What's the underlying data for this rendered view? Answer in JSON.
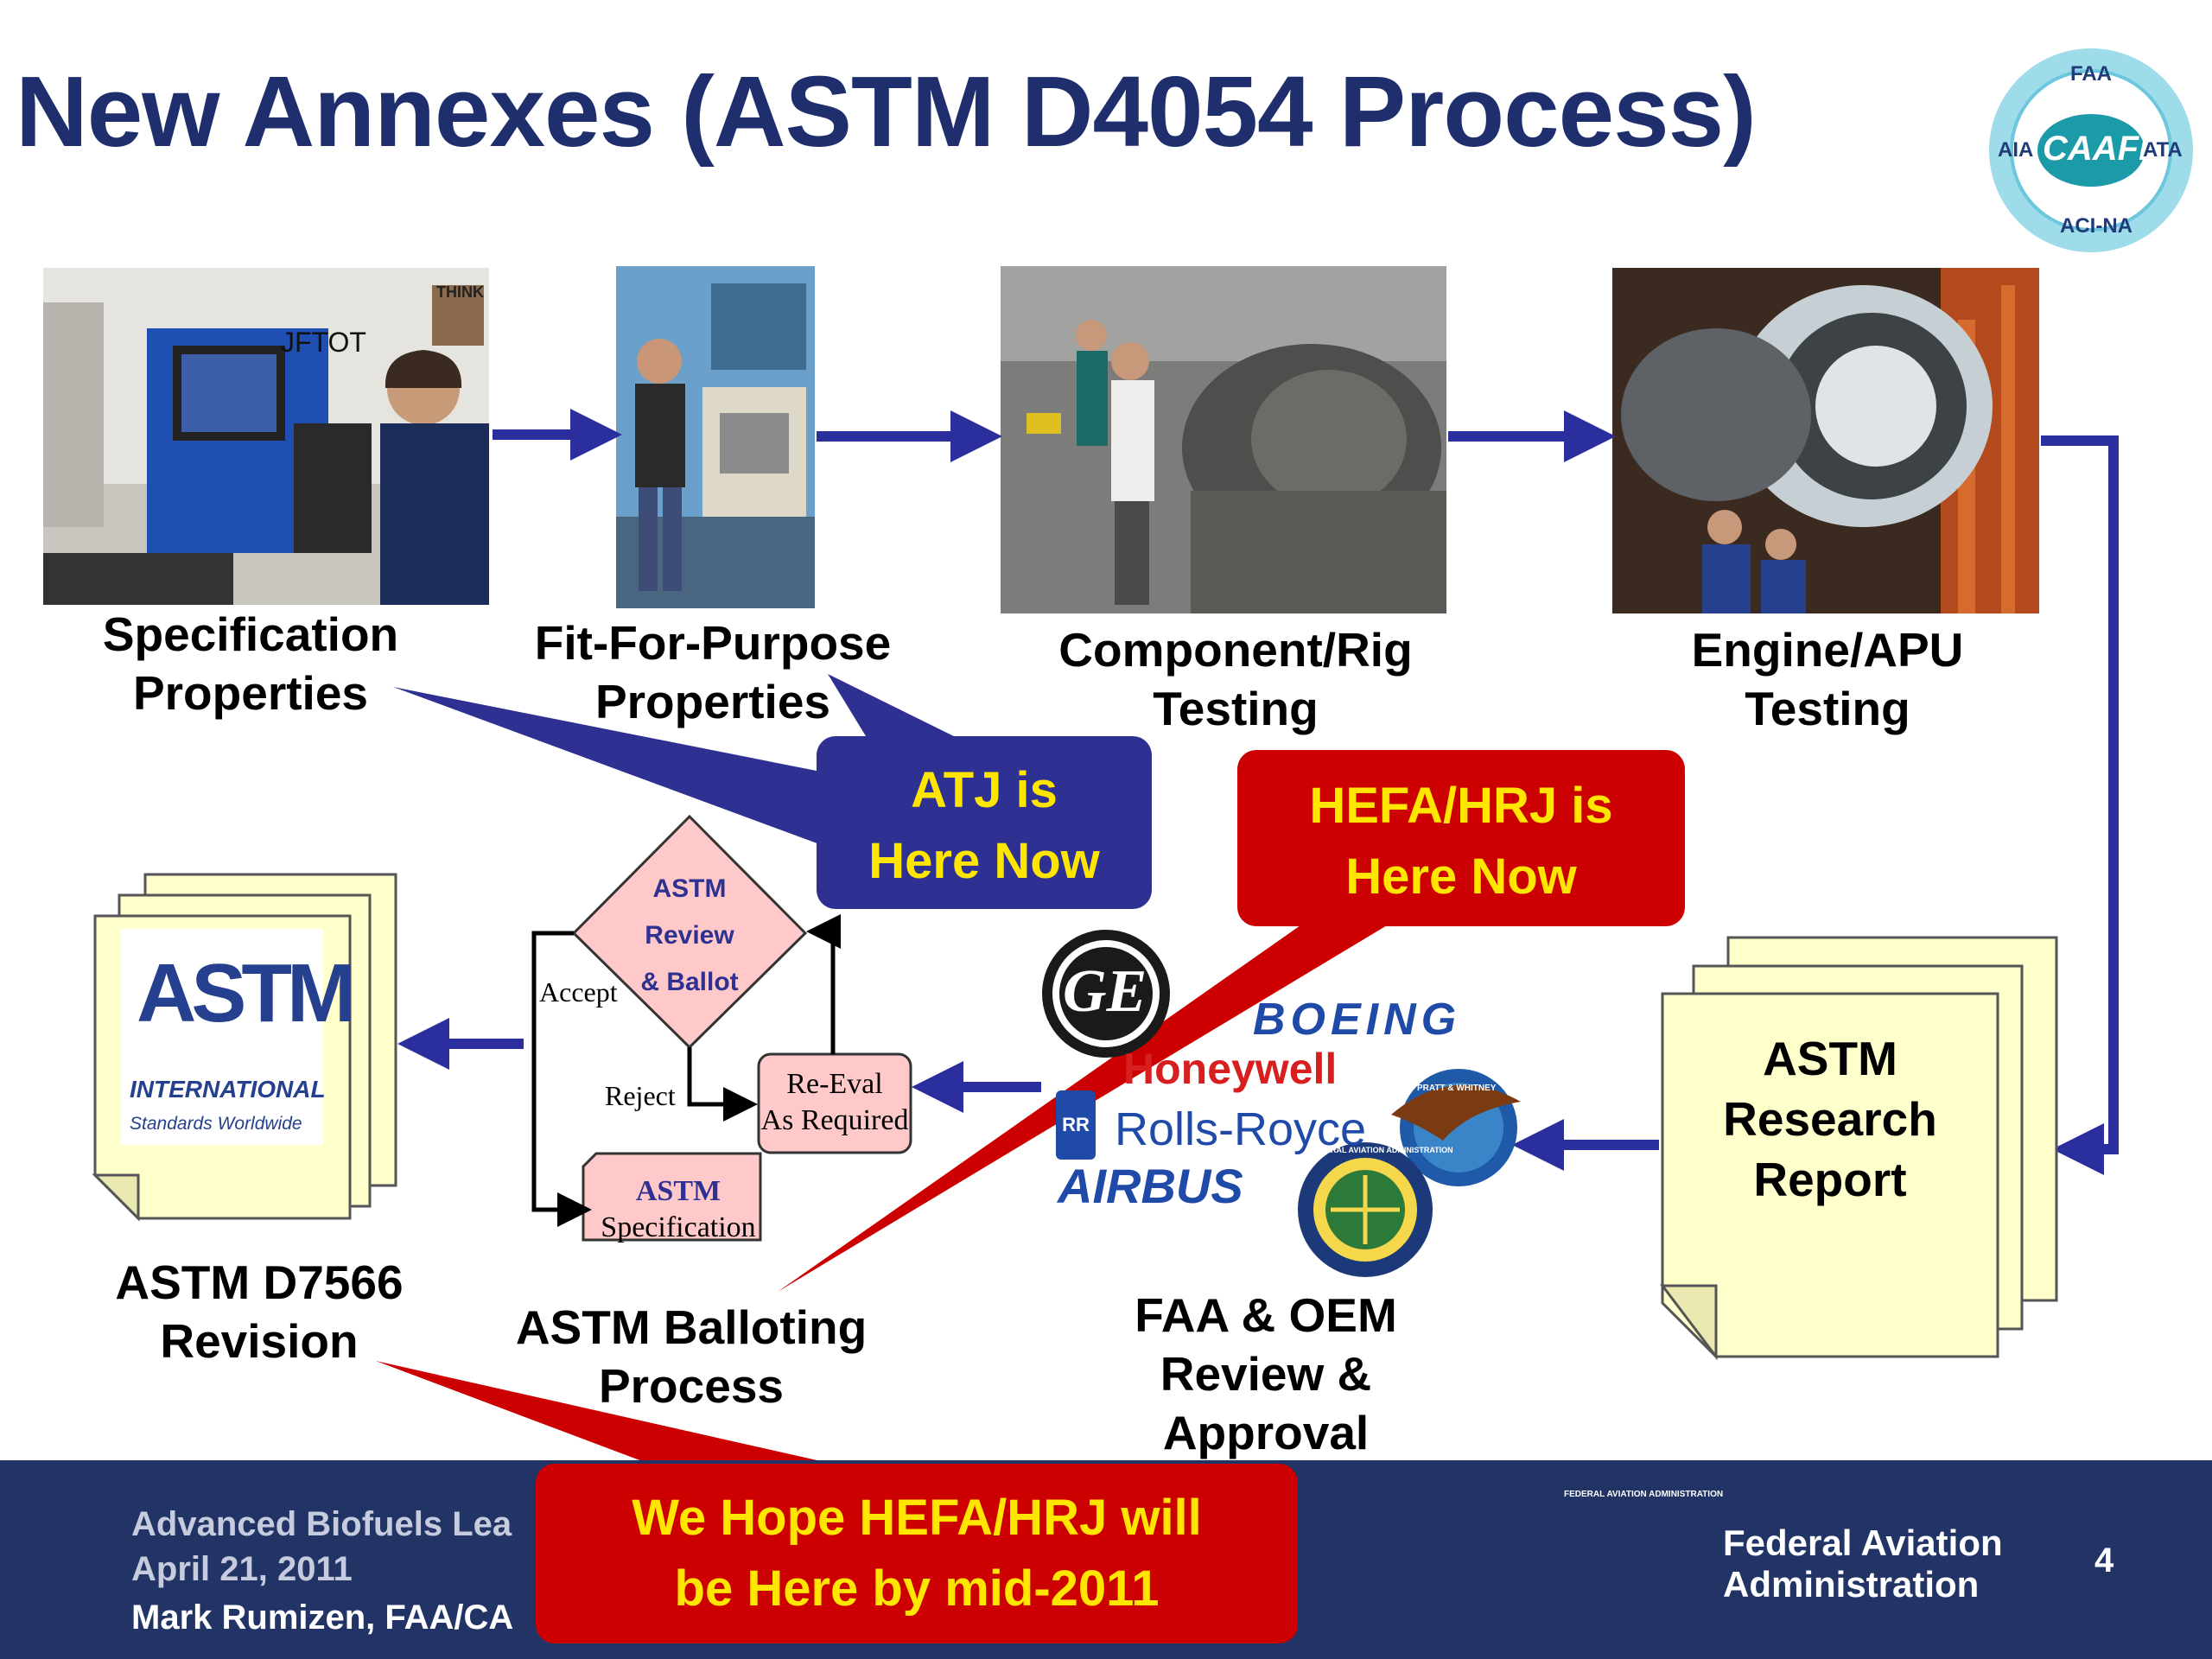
{
  "slide": {
    "title": "New Annexes (ASTM D4054 Process)",
    "page_number": "4"
  },
  "caafi_logo": {
    "top": "FAA",
    "left": "AIA",
    "center": "CAAFI",
    "right": "ATA",
    "bottom": "ACI-NA"
  },
  "photos": {
    "jftot_label": "JFTOT",
    "think_sign": "THINK"
  },
  "steps": {
    "spec": [
      "Specification",
      "Properties"
    ],
    "ffp": [
      "Fit-For-Purpose",
      "Properties"
    ],
    "rig": [
      "Component/Rig",
      "Testing"
    ],
    "engine": [
      "Engine/APU",
      "Testing"
    ],
    "research_report": [
      "ASTM",
      "Research",
      "Report"
    ],
    "faa_oem": [
      "FAA & OEM",
      "Review &",
      "Approval"
    ],
    "balloting": [
      "ASTM Balloting",
      "Process"
    ],
    "d7566": [
      "ASTM D7566",
      "Revision"
    ]
  },
  "ballot_diagram": {
    "diamond": [
      "ASTM",
      "Review",
      "& Ballot"
    ],
    "accept": "Accept",
    "reject": "Reject",
    "reeval": [
      "Re-Eval",
      "As Required"
    ],
    "spec": [
      "ASTM",
      "Specification"
    ]
  },
  "astm_logo": {
    "letters": "ASTM",
    "international": "INTERNATIONAL",
    "tagline": "Standards Worldwide"
  },
  "oem_logos": {
    "ge": "GE",
    "boeing": "BOEING",
    "honeywell": "Honeywell",
    "rolls_royce": "Rolls-Royce",
    "rr_badge": "RR",
    "airbus": "AIRBUS",
    "pratt": "PRATT & WHITNEY",
    "faa_seal": "FEDERAL AVIATION ADMINISTRATION"
  },
  "callouts": {
    "atj": [
      "ATJ is",
      "Here Now"
    ],
    "hefa": [
      "HEFA/HRJ is",
      "Here Now"
    ],
    "hope": [
      "We Hope HEFA/HRJ will",
      "be Here by  mid-2011"
    ]
  },
  "footer": {
    "line1": "Advanced Biofuels Lea",
    "line2": "April 21, 2011",
    "line3": "Mark Rumizen, FAA/CA",
    "agency": [
      "Federal Aviation",
      "Administration"
    ],
    "seal": "FEDERAL AVIATION ADMINISTRATION"
  },
  "colors": {
    "title": "#1f2f6e",
    "arrow": "#2b2f9e",
    "atj_callout": "#2e3192",
    "hefa_callout": "#cc0000",
    "callout_text": "#ffe600",
    "footer": "#223466",
    "note_fill": "#ffffcc",
    "diamond_fill": "#ffc9c9"
  }
}
